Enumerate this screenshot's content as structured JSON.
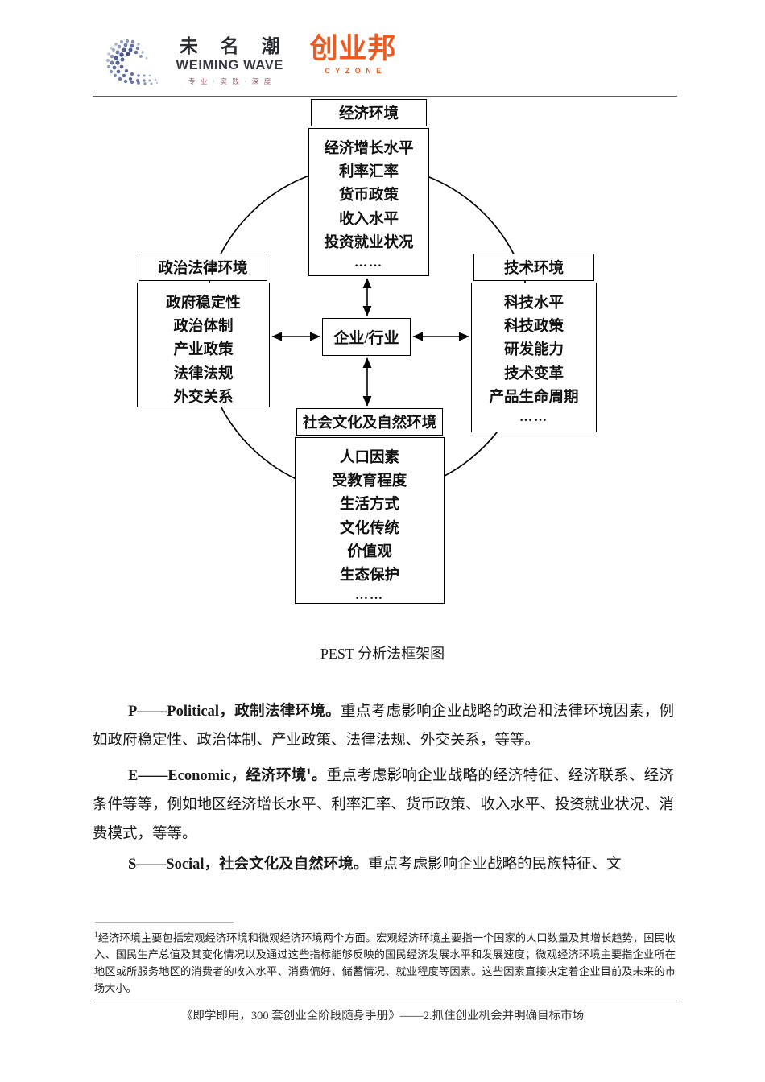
{
  "header": {
    "logo_cn": "未 名 潮",
    "logo_en": "WEIMING WAVE",
    "logo_slogan": "专 业 · 实 践 · 深 度",
    "partner_cn": "创业邦",
    "partner_en": "CYZONE",
    "brand_color": "#ef5a21",
    "logo_mark_color": "#3b4a8c"
  },
  "diagram": {
    "center": {
      "label": "企业/行业"
    },
    "economic": {
      "title": "经济环境",
      "items": [
        "经济增长水平",
        "利率汇率",
        "货币政策",
        "收入水平",
        "投资就业状况"
      ],
      "ellipsis": "……"
    },
    "political": {
      "title": "政治法律环境",
      "items": [
        "政府稳定性",
        "政治体制",
        "产业政策",
        "法律法规",
        "外交关系"
      ],
      "ellipsis": ""
    },
    "technological": {
      "title": "技术环境",
      "items": [
        "科技水平",
        "科技政策",
        "研发能力",
        "技术变革",
        "产品生命周期"
      ],
      "ellipsis": "……"
    },
    "social": {
      "title": "社会文化及自然环境",
      "items": [
        "人口因素",
        "受教育程度",
        "生活方式",
        "文化传统",
        "价值观",
        "生态保护"
      ],
      "ellipsis": "……"
    }
  },
  "caption": "PEST 分析法框架图",
  "paragraphs": [
    {
      "id": "political",
      "lead": "P——Political，政制法律环境。",
      "footnote_marker": "",
      "text": "重点考虑影响企业战略的政治和法律环境因素，例如政府稳定性、政治体制、产业政策、法律法规、外交关系，等等。"
    },
    {
      "id": "economic",
      "lead": "E——Economic，经济环境",
      "footnote_marker": "1",
      "lead_tail": "。",
      "text": "重点考虑影响企业战略的经济特征、经济联系、经济条件等等，例如地区经济增长水平、利率汇率、货币政策、收入水平、投资就业状况、消费模式，等等。"
    },
    {
      "id": "social",
      "lead": "S——Social，社会文化及自然环境。",
      "footnote_marker": "",
      "text": "重点考虑影响企业战略的民族特征、文"
    }
  ],
  "footnote": {
    "marker": "1",
    "text": "经济环境主要包括宏观经济环境和微观经济环境两个方面。宏观经济环境主要指一个国家的人口数量及其增长趋势，国民收入、国民生产总值及其变化情况以及通过这些指标能够反映的国民经济发展水平和发展速度；微观经济环境主要指企业所在地区或所服务地区的消费者的收入水平、消费偏好、储蓄情况、就业程度等因素。这些因素直接决定着企业目前及未来的市场大小。"
  },
  "footer": {
    "text": "《即学即用，300 套创业全阶段随身手册》——2.抓住创业机会并明确目标市场"
  }
}
